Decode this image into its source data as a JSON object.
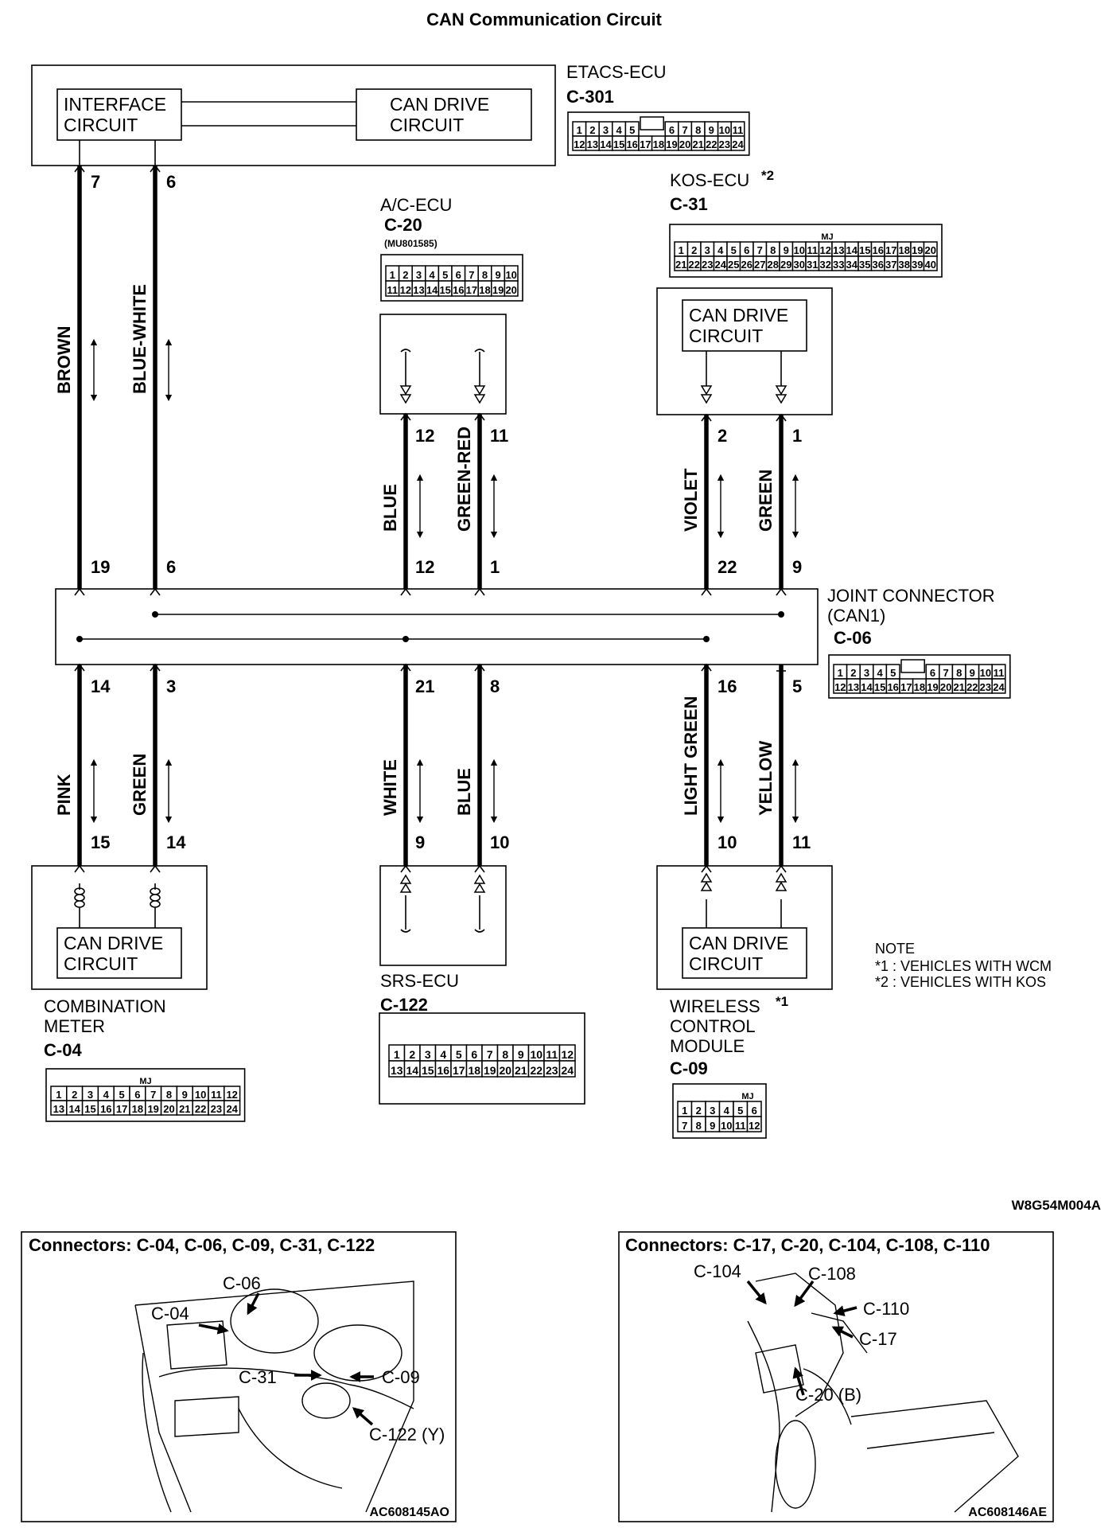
{
  "title": "CAN Communication Circuit",
  "image_code": "W8G54M004A",
  "etacs": {
    "name": "ETACS-ECU",
    "connector": "C-301",
    "interface": [
      "INTERFACE",
      "CIRCUIT"
    ],
    "can_drive": [
      "CAN DRIVE",
      "CIRCUIT"
    ],
    "pins_row1": [
      "1",
      "2",
      "3",
      "4",
      "5",
      "6",
      "7",
      "8",
      "9",
      "10",
      "11"
    ],
    "pins_row2": [
      "12",
      "13",
      "14",
      "15",
      "16",
      "17",
      "18",
      "19",
      "20",
      "21",
      "22",
      "23",
      "24"
    ]
  },
  "ac_ecu": {
    "name": "A/C-ECU",
    "connector": "C-20",
    "part": "(MU801585)",
    "pins_row1": [
      "1",
      "2",
      "3",
      "4",
      "5",
      "6",
      "7",
      "8",
      "9",
      "10"
    ],
    "pins_row2": [
      "11",
      "12",
      "13",
      "14",
      "15",
      "16",
      "17",
      "18",
      "19",
      "20"
    ]
  },
  "kos_ecu": {
    "name": "KOS-ECU",
    "mark": "*2",
    "connector": "C-31",
    "mj": "MJ",
    "can_drive": [
      "CAN DRIVE",
      "CIRCUIT"
    ],
    "pins_row1": [
      "1",
      "2",
      "3",
      "4",
      "5",
      "6",
      "7",
      "8",
      "9",
      "10",
      "11",
      "12",
      "13",
      "14",
      "15",
      "16",
      "17",
      "18",
      "19",
      "20"
    ],
    "pins_row2": [
      "21",
      "22",
      "23",
      "24",
      "25",
      "26",
      "27",
      "28",
      "29",
      "30",
      "31",
      "32",
      "33",
      "34",
      "35",
      "36",
      "37",
      "38",
      "39",
      "40"
    ]
  },
  "joint": {
    "name": "JOINT CONNECTOR",
    "sub": "(CAN1)",
    "connector": "C-06",
    "pins_row1": [
      "1",
      "2",
      "3",
      "4",
      "5",
      "6",
      "7",
      "8",
      "9",
      "10",
      "11"
    ],
    "pins_row2": [
      "12",
      "13",
      "14",
      "15",
      "16",
      "17",
      "18",
      "19",
      "20",
      "21",
      "22",
      "23",
      "24"
    ]
  },
  "combination_meter": {
    "name": [
      "COMBINATION",
      "METER"
    ],
    "connector": "C-04",
    "mj": "MJ",
    "can_drive": [
      "CAN DRIVE",
      "CIRCUIT"
    ],
    "pins_row1": [
      "1",
      "2",
      "3",
      "4",
      "5",
      "6",
      "7",
      "8",
      "9",
      "10",
      "11",
      "12"
    ],
    "pins_row2": [
      "13",
      "14",
      "15",
      "16",
      "17",
      "18",
      "19",
      "20",
      "21",
      "22",
      "23",
      "24"
    ]
  },
  "srs_ecu": {
    "name": "SRS-ECU",
    "connector": "C-122",
    "pins_row1": [
      "1",
      "2",
      "3",
      "4",
      "5",
      "6",
      "7",
      "8",
      "9",
      "10",
      "11",
      "12"
    ],
    "pins_row2": [
      "13",
      "14",
      "15",
      "16",
      "17",
      "18",
      "19",
      "20",
      "21",
      "22",
      "23",
      "24"
    ]
  },
  "wcm": {
    "name": [
      "WIRELESS",
      "CONTROL",
      "MODULE"
    ],
    "mark": "*1",
    "connector": "C-09",
    "mj": "MJ",
    "can_drive": [
      "CAN DRIVE",
      "CIRCUIT"
    ],
    "pins_row1": [
      "1",
      "2",
      "3",
      "4",
      "5",
      "6"
    ],
    "pins_row2": [
      "7",
      "8",
      "9",
      "10",
      "11",
      "12"
    ]
  },
  "wires": {
    "brown": "BROWN",
    "blue_white": "BLUE-WHITE",
    "blue": "BLUE",
    "green_red": "GREEN-RED",
    "violet": "VIOLET",
    "green": "GREEN",
    "pink": "PINK",
    "green2": "GREEN",
    "white": "WHITE",
    "blue2": "BLUE",
    "light_green": "LIGHT GREEN",
    "yellow": "YELLOW"
  },
  "pins": {
    "etacs_7": "7",
    "etacs_6": "6",
    "ac_12": "12",
    "ac_11": "11",
    "kos_2": "2",
    "kos_1": "1",
    "j_19": "19",
    "j_6": "6",
    "j_12": "12",
    "j_1": "1",
    "j_22": "22",
    "j_9": "9",
    "j_14": "14",
    "j_3": "3",
    "j_21": "21",
    "j_8": "8",
    "j_16": "16",
    "j_5": "5",
    "m_15": "15",
    "m_14": "14",
    "s_9": "9",
    "s_10": "10",
    "w_10": "10",
    "w_11": "11"
  },
  "note": {
    "heading": "NOTE",
    "n1": "*1 : VEHICLES WITH WCM",
    "n2": "*2 : VEHICLES WITH KOS"
  },
  "panel_left": {
    "heading": "Connectors: C-04, C-06, C-09, C-31, C-122",
    "code": "AC608145AO",
    "labels": [
      "C-06",
      "C-04",
      "C-31",
      "C-09",
      "C-122 (Y)"
    ]
  },
  "panel_right": {
    "heading": "Connectors: C-17, C-20, C-104, C-108, C-110",
    "code": "AC608146AE",
    "labels": [
      "C-104",
      "C-108",
      "C-110",
      "C-17",
      "C-20 (B)"
    ]
  }
}
